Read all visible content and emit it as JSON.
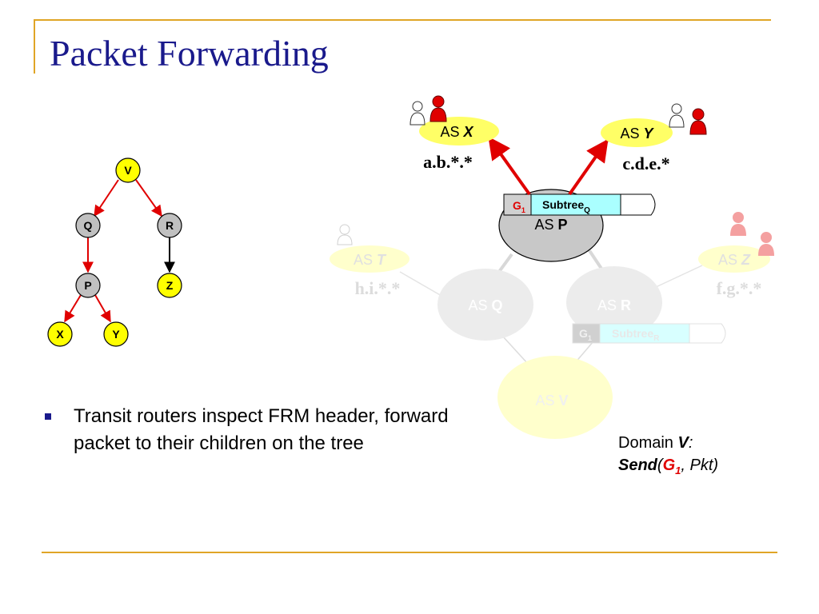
{
  "slide": {
    "title": "Packet Forwarding",
    "bullet": "Transit routers inspect FRM header, forward packet to their children on the tree"
  },
  "tree": {
    "nodes": [
      "V",
      "Q",
      "R",
      "P",
      "Z",
      "X",
      "Y"
    ],
    "edges": [
      {
        "from": "V",
        "to": "Q",
        "color": "red"
      },
      {
        "from": "V",
        "to": "R",
        "color": "red"
      },
      {
        "from": "Q",
        "to": "P",
        "color": "red"
      },
      {
        "from": "R",
        "to": "Z",
        "color": "black"
      },
      {
        "from": "P",
        "to": "X",
        "color": "red"
      },
      {
        "from": "P",
        "to": "Y",
        "color": "red"
      }
    ]
  },
  "network": {
    "as_x": {
      "prefix": "AS",
      "name": "X",
      "address": "a.b.*.*"
    },
    "as_y": {
      "prefix": "AS",
      "name": "Y",
      "address": "c.d.e.*"
    },
    "as_p": {
      "prefix": "AS",
      "name": "P"
    },
    "as_t": {
      "prefix": "AS",
      "name": "T",
      "address": "h.i.*.*"
    },
    "as_z": {
      "prefix": "AS",
      "name": "Z",
      "address": "f.g.*.*"
    },
    "as_q": {
      "prefix": "AS",
      "name": "Q"
    },
    "as_r": {
      "prefix": "AS",
      "name": "R"
    },
    "as_v": {
      "prefix": "AS",
      "name": "V"
    },
    "header_p": {
      "g": "G",
      "g_sub": "1",
      "subtree": "Subtree",
      "subtree_sub": "Q"
    },
    "header_r": {
      "g": "G",
      "g_sub": "1",
      "subtree": "Subtree",
      "subtree_sub": "R"
    }
  },
  "caption": {
    "line1_prefix": "Domain ",
    "line1_name": "V",
    "line1_colon": ":",
    "send": "Send",
    "open_paren": "(",
    "g": "G",
    "g_sub": "1",
    "rest": ", Pkt)"
  },
  "colors": {
    "title": "#1a1a8c",
    "accent_rule": "#e0a526",
    "tree_node_grey": "#c0c0c0",
    "tree_node_yellow": "#ffff00",
    "forward_edge": "#e00000",
    "as_yellow": "#ffff66",
    "as_faded_yellow": "#ffffcc",
    "as_p_grey": "#c8c8c8",
    "as_faded_grey": "#ececec",
    "subtree_cyan": "#aaffff"
  }
}
